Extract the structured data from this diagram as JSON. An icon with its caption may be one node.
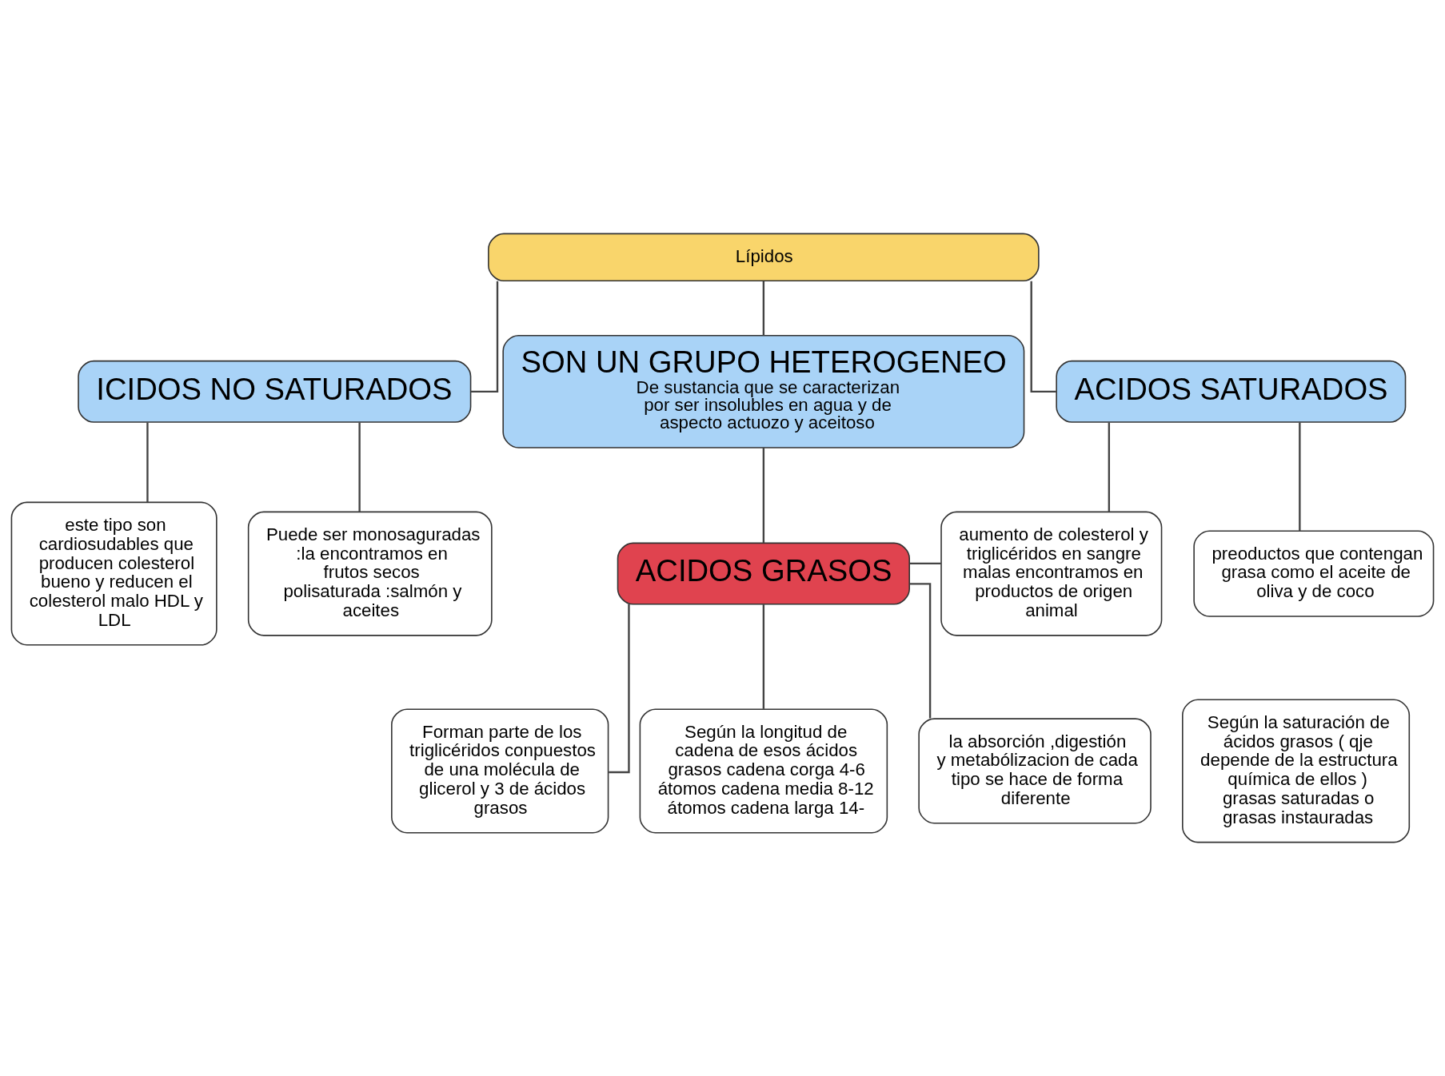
{
  "diagram": {
    "nodes": [
      {
        "text": [
          "Lípidos"
        ]
      },
      {
        "text": [
          "ICIDOS NO SATURADOS"
        ]
      },
      {
        "text": [
          "SON UN GRUPO HETEROGENEO",
          "De sustancia que se caracterizan por ser insolubles en agua y de aspecto actuozo y aceitoso"
        ]
      },
      {
        "text": [
          "ACIDOS SATURADOS"
        ]
      },
      {
        "text": [
          "este tipo son cardiosudables que producen colesterol bueno y reducen el colesterol malo HDL y LDL"
        ]
      },
      {
        "text": [
          "Puede ser monosaguradas :la encontramos en frutos secos polisaturada :salmón y aceites"
        ]
      },
      {
        "text": [
          "aumento de colesterol y triglicéridos en sangre malas encontramos en productos de origen animal"
        ]
      },
      {
        "text": [
          "preoductos que contengan grasa como el aceite de oliva y de coco"
        ]
      },
      {
        "text": [
          "ACIDOS GRASOS"
        ]
      },
      {
        "text": [
          "Forman parte de los triglicéridos conpuestos de una molécula de glicerol y 3 de ácidos grasos"
        ]
      },
      {
        "text": [
          "Según la longitud de cadena de esos ácidos grasos cadena corga 4-6 átomos cadena media 8-12 átomos cadena larga 14-"
        ]
      },
      {
        "text": [
          "la absorción ,digestión y metabólizacion de cada tipo se hace de forma diferente"
        ]
      },
      {
        "text": [
          "Según la saturación de ácidos grasos ( qje depende de la estructura química de ellos ) grasas saturadas o grasas instauradas"
        ]
      }
    ],
    "edges": [
      {
        "from": 0,
        "to": 1,
        "arrow": "none"
      },
      {
        "from": 0,
        "to": 2,
        "arrow": "none"
      },
      {
        "from": 0,
        "to": 3,
        "arrow": "none"
      },
      {
        "from": 1,
        "to": 4,
        "arrow": "none"
      },
      {
        "from": 1,
        "to": 5,
        "arrow": "none"
      },
      {
        "from": 3,
        "to": 6,
        "arrow": "none"
      },
      {
        "from": 3,
        "to": 7,
        "arrow": "none"
      },
      {
        "from": 2,
        "to": 8,
        "arrow": "none"
      },
      {
        "from": 8,
        "to": 9,
        "arrow": "none"
      },
      {
        "from": 8,
        "to": 10,
        "arrow": "none"
      },
      {
        "from": 8,
        "to": 11,
        "arrow": "none"
      },
      {
        "from": 8,
        "to": 6,
        "arrow": "none"
      }
    ]
  }
}
